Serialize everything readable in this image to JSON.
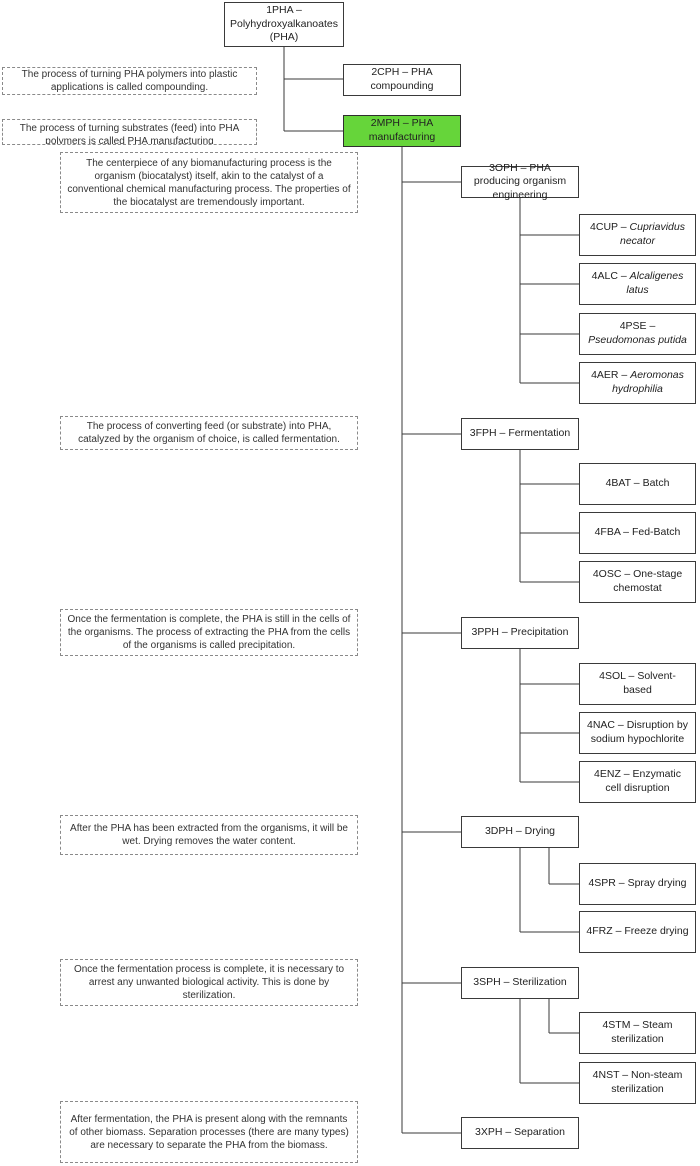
{
  "nodes": {
    "pha": {
      "code": "1PHA",
      "label": "Polyhydroxyalkanoates (PHA)"
    },
    "cph": {
      "code": "2CPH",
      "label": "PHA compounding"
    },
    "mph": {
      "code": "2MPH",
      "label": "PHA manufacturing"
    },
    "oph": {
      "code": "3OPH",
      "label": "PHA producing organism engineering"
    },
    "cup": {
      "code": "4CUP",
      "label": "Cupriavidus necator"
    },
    "alc": {
      "code": "4ALC",
      "label": "Alcaligenes latus"
    },
    "pse": {
      "code": "4PSE",
      "label": "Pseudomonas putida"
    },
    "aer": {
      "code": "4AER",
      "label": "Aeromonas hydrophilia"
    },
    "fph": {
      "code": "3FPH",
      "label": "Fermentation"
    },
    "bat": {
      "code": "4BAT",
      "label": "Batch"
    },
    "fba": {
      "code": "4FBA",
      "label": "Fed-Batch"
    },
    "osc": {
      "code": "4OSC",
      "label": "One-stage chemostat"
    },
    "pph": {
      "code": "3PPH",
      "label": "Precipitation"
    },
    "sol": {
      "code": "4SOL",
      "label": "Solvent-based"
    },
    "nac": {
      "code": "4NAC",
      "label": "Disruption by sodium hypochlorite"
    },
    "enz": {
      "code": "4ENZ",
      "label": "Enzymatic cell disruption"
    },
    "dph": {
      "code": "3DPH",
      "label": "Drying"
    },
    "spr": {
      "code": "4SPR",
      "label": "Spray drying"
    },
    "frz": {
      "code": "4FRZ",
      "label": "Freeze drying"
    },
    "sph": {
      "code": "3SPH",
      "label": "Sterilization"
    },
    "stm": {
      "code": "4STM",
      "label": "Steam sterilization"
    },
    "nst": {
      "code": "4NST",
      "label": "Non-steam sterilization"
    },
    "xph": {
      "code": "3XPH",
      "label": "Separation"
    }
  },
  "notes": {
    "compounding": "The process of turning PHA polymers into plastic applications is called compounding.",
    "manufacturing": "The process of turning substrates (feed) into PHA polymers is called PHA manufacturing",
    "organism": "The centerpiece of any biomanufacturing process is the organism (biocatalyst) itself, akin to the catalyst of a conventional chemical manufacturing process. The properties of the biocatalyst are tremendously important.",
    "fermentation": "The process of converting feed (or substrate) into PHA, catalyzed by the organism of choice, is called fermentation.",
    "precipitation": "Once the fermentation is complete, the PHA is still in the cells of the organisms. The process of extracting the PHA from the cells of the organisms is called precipitation.",
    "drying": "After the PHA has been extracted from the organisms, it will be wet. Drying removes the water content.",
    "sterilization": "Once the fermentation process is complete, it is necessary to arrest any unwanted biological activity. This is done by sterilization.",
    "separation": "After fermentation, the PHA is present along with the remnants of other biomass. Separation processes (there are many types) are necessary to separate the PHA from the biomass."
  },
  "separator": " – ",
  "colors": {
    "highlight": "#66d53a",
    "line": "#3a3a3a",
    "note_border": "#8a8a8a"
  }
}
